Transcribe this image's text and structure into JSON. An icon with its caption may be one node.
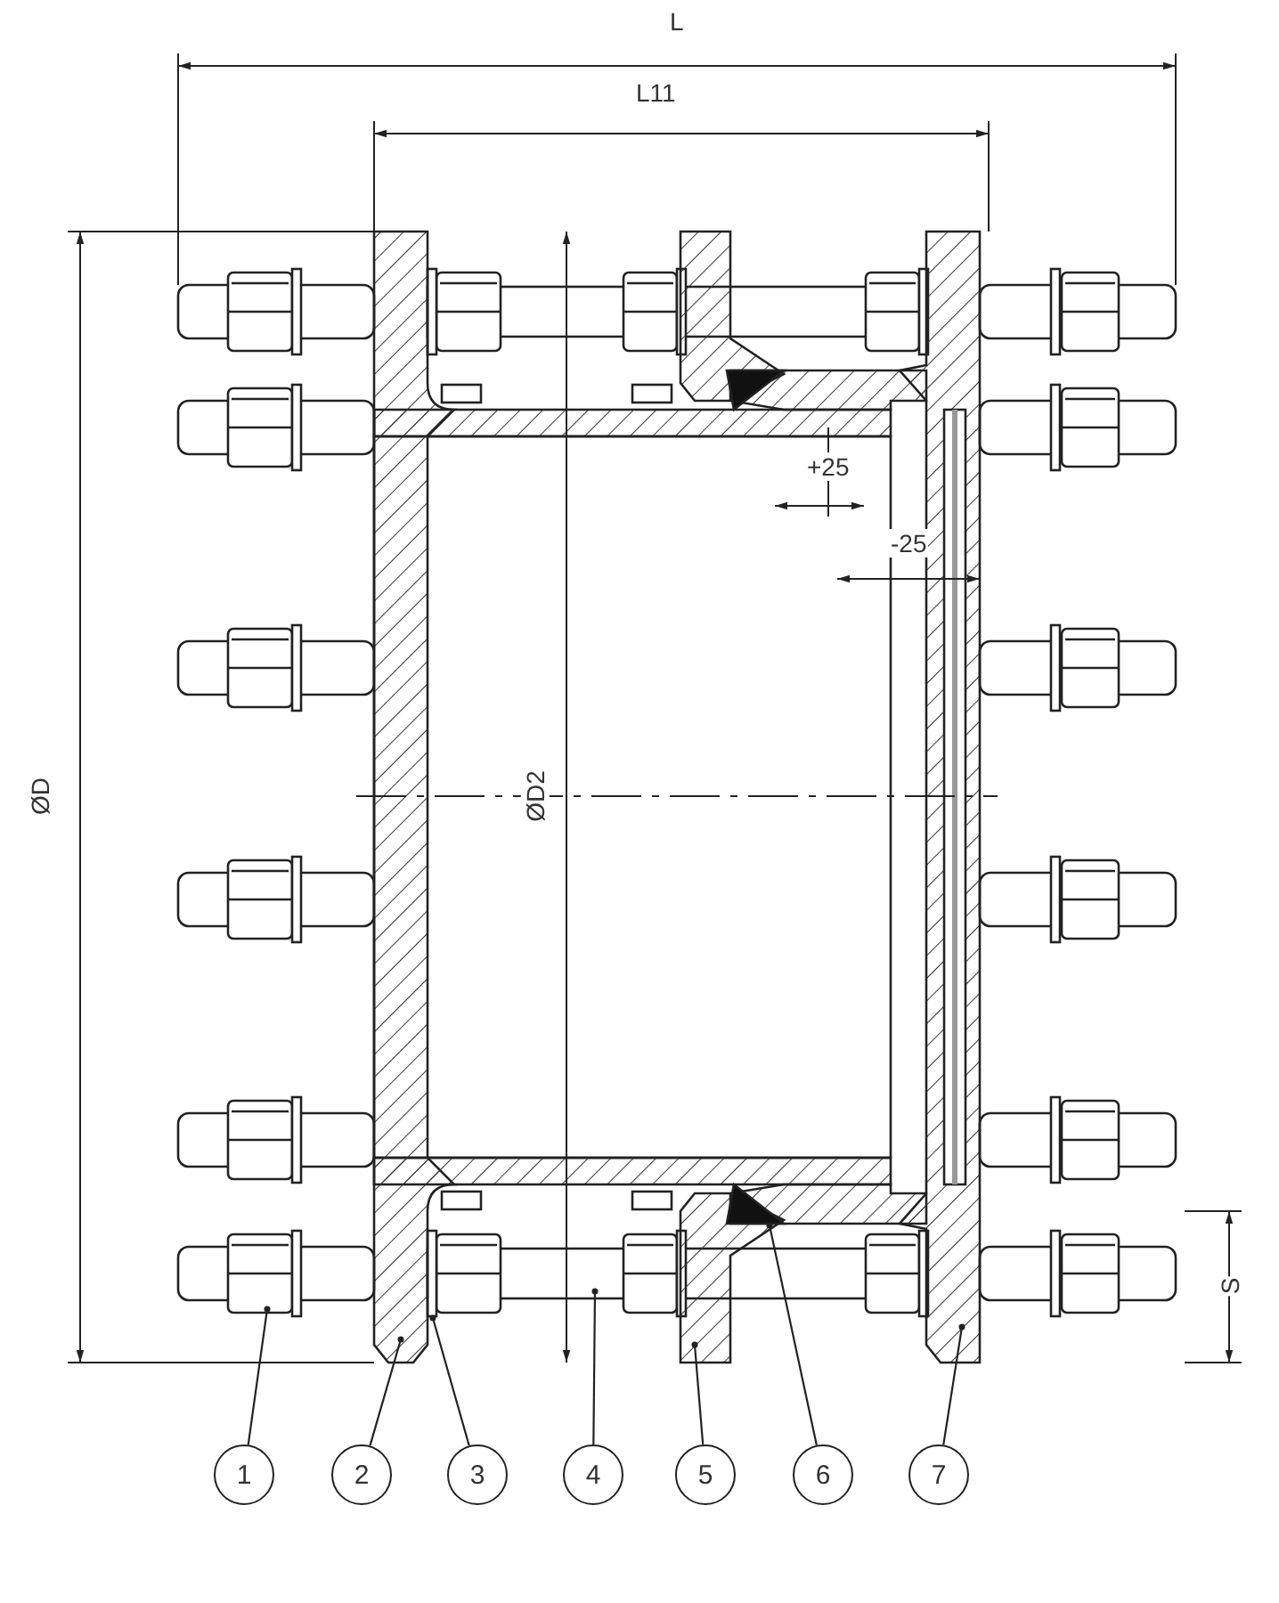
{
  "diagram": {
    "nodes": [
      {
        "text": [
          "1"
        ]
      },
      {
        "text": [
          "2"
        ]
      },
      {
        "text": [
          "3"
        ]
      },
      {
        "text": [
          "4"
        ]
      },
      {
        "text": [
          "5"
        ]
      },
      {
        "text": [
          "6"
        ]
      },
      {
        "text": [
          "7"
        ]
      }
    ],
    "edges": [
      {
        "from": 0,
        "to": null,
        "arrow": "other"
      },
      {
        "from": 1,
        "to": null,
        "arrow": "other"
      },
      {
        "from": 2,
        "to": null,
        "arrow": "other"
      },
      {
        "from": 3,
        "to": null,
        "arrow": "other"
      },
      {
        "from": 4,
        "to": null,
        "arrow": "other"
      },
      {
        "from": 5,
        "to": null,
        "arrow": "other"
      },
      {
        "from": 6,
        "to": null,
        "arrow": "other"
      }
    ],
    "labels": [
      "L",
      "L11",
      "ØD",
      "ØD2",
      "+25",
      "-25",
      "S"
    ]
  }
}
